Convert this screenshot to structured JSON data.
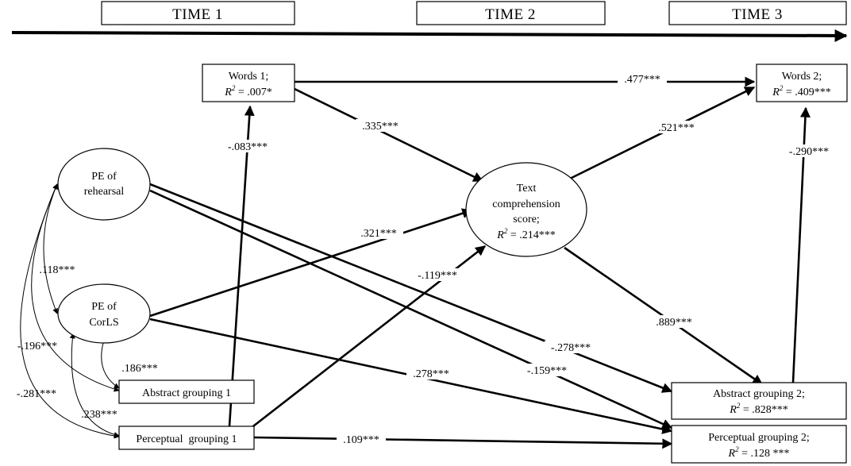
{
  "timeline": {
    "labels": [
      "TIME 1",
      "TIME 2",
      "TIME 3"
    ]
  },
  "nodes": {
    "words1": {
      "line1": "Words 1;",
      "line2_pre": "R",
      "line2_sup": "2",
      "line2_post": " = .007*"
    },
    "words2": {
      "line1": "Words 2;",
      "line2_pre": "R",
      "line2_sup": "2",
      "line2_post": " = .409***"
    },
    "pe_rehearsal": {
      "line1": "PE of",
      "line2": "rehearsal"
    },
    "pe_corls": {
      "line1": "PE of",
      "line2": "CorLS"
    },
    "text_comp": {
      "line1": "Text",
      "line2": "comprehension",
      "line3": "score;",
      "line4_pre": "R",
      "line4_sup": "2",
      "line4_post": " = .214***"
    },
    "abstract1": {
      "line1": "Abstract grouping 1"
    },
    "perceptual1": {
      "line1": "Perceptual  grouping 1"
    },
    "abstract2": {
      "line1": "Abstract grouping 2;",
      "line2_pre": "R",
      "line2_sup": "2",
      "line2_post": " = .828***"
    },
    "perceptual2": {
      "line1": "Perceptual grouping 2;",
      "line2_pre": "R",
      "line2_sup": "2",
      "line2_post": " = .128 ***"
    }
  },
  "coefficients": {
    "words1_words2": ".477***",
    "words1_text": ".335***",
    "text_words2": ".521***",
    "abstract2_words2": "-.290***",
    "perceptual1_words1": "-.083***",
    "corls_text": ".321***",
    "perceptual1_text": "-.119***",
    "text_abstract2": ".889***",
    "rehearsal_abstract2": "-.278***",
    "rehearsal_perceptual2": "-.159***",
    "corls_perceptual2": ".278***",
    "perceptual1_perceptual2": ".109***",
    "cov_rehearsal_corls": ".118***",
    "cov_rehearsal_abstract1": "-.196***",
    "cov_rehearsal_perceptual1": "-.281***",
    "cov_corls_abstract1": ".186***",
    "cov_corls_perceptual1": ".238***"
  }
}
